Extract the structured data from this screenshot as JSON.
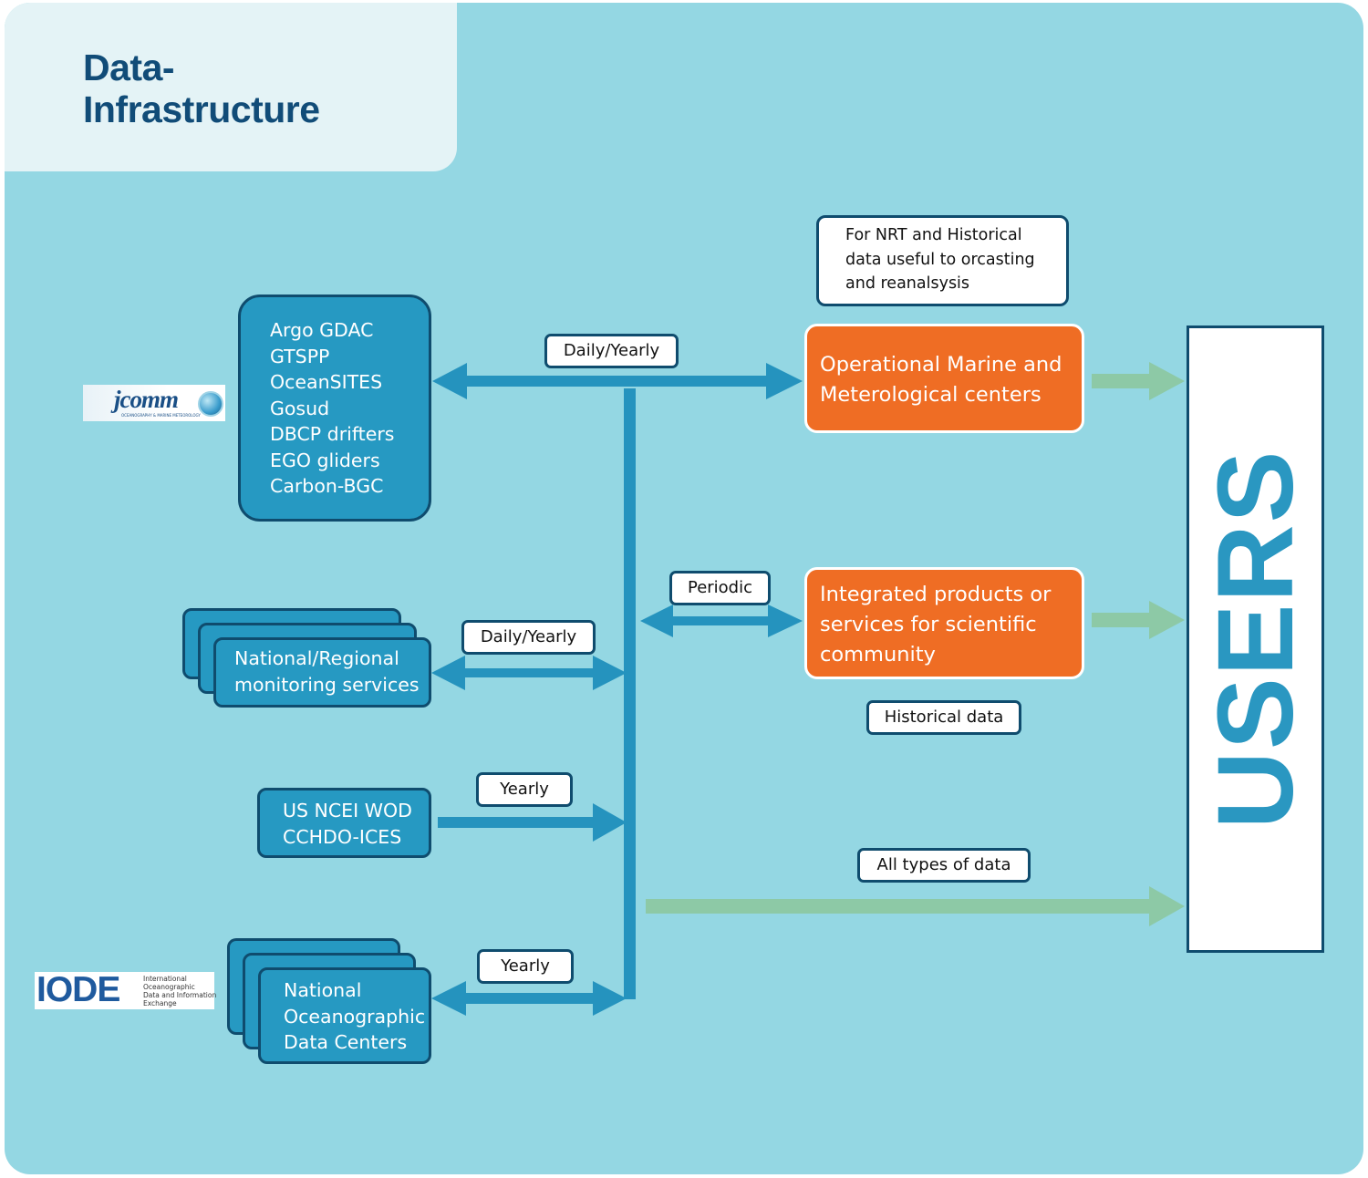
{
  "title": {
    "line1": "Data-",
    "line2": "Infrastructure"
  },
  "logos": {
    "jcomm": {
      "text": "jcomm",
      "subtext": "OCEANOGRAPHY & MARINE METEOROLOGY"
    },
    "iode": {
      "text": "IODE",
      "line1": "International",
      "line2": "Oceanographic",
      "line3": "Data and Information",
      "line4": "Exchange"
    }
  },
  "sources": {
    "jcomm_box": [
      "Argo GDAC",
      "GTSPP",
      "OceanSITES",
      "Gosud",
      "DBCP drifters",
      "EGO gliders",
      "Carbon-BGC"
    ],
    "national_regional": [
      "National/Regional",
      "monitoring services"
    ],
    "ncei": [
      "US NCEI WOD",
      "CCHDO-ICES"
    ],
    "nodc": [
      "National",
      "Oceanographic",
      "Data Centers"
    ]
  },
  "labels": {
    "jcomm_freq": "Daily/Yearly",
    "national_freq": "Daily/Yearly",
    "ncei_freq": "Yearly",
    "nodc_freq": "Yearly",
    "periodic": "Periodic",
    "historical": "Historical data",
    "all_types": "All types of  data"
  },
  "note": [
    "For NRT and Historical",
    "data useful to  orcasting",
    "and reanalsysis"
  ],
  "centers": {
    "operational": [
      "Operational Marine and",
      "Meterological centers"
    ],
    "integrated": [
      "Integrated products or",
      "services for  scientific",
      "community"
    ]
  },
  "users": "USERS",
  "colors": {
    "background": "#94d7e3",
    "title_panel": "#e4f3f6",
    "box_fill": "#2699c2",
    "box_border": "#0f4c6e",
    "orange": "#ef6d24",
    "green_arrow": "#8dc9a6",
    "users_text": "#2a97c1"
  }
}
